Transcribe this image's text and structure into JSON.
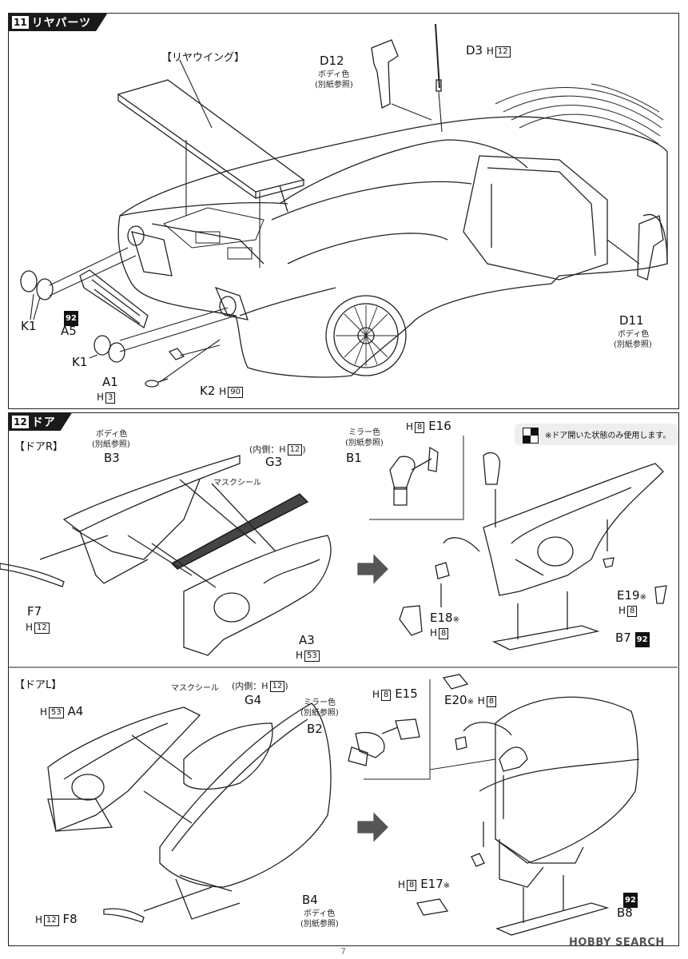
{
  "step11": {
    "number": "11",
    "title": "リヤパーツ",
    "rear_wing_label": "【リヤウイング】",
    "d12": {
      "label": "D12",
      "note1": "ボディ色",
      "note2": "(別紙参照)"
    },
    "d3": {
      "label": "D3",
      "h": "12"
    },
    "d11": {
      "label": "D11",
      "note1": "ボディ色",
      "note2": "(別紙参照)"
    },
    "k1_upper": "K1",
    "k1_lower": "K1",
    "a5": {
      "label": "A5",
      "badge": "92"
    },
    "a1": {
      "label": "A1",
      "h": "3"
    },
    "k2": {
      "label": "K2",
      "h": "90"
    }
  },
  "step12": {
    "number": "12",
    "title": "ドア",
    "note": "※ドア開いた状態のみ使用します。",
    "door_r": {
      "title": "【ドアR】",
      "b3": {
        "label": "B3",
        "note1": "ボディ色",
        "note2": "(別紙参照)"
      },
      "g3": {
        "label": "G3",
        "inner": "(内側：H",
        "inner_h": "12",
        "inner_close": ")"
      },
      "mask_seal": "マスクシール",
      "f7": {
        "label": "F7",
        "h": "12"
      },
      "a3": {
        "label": "A3",
        "h": "53"
      },
      "mirror": {
        "note1": "ミラー色",
        "note2": "(別紙参照)"
      },
      "b1": "B1",
      "e16": {
        "label": "E16",
        "h": "8"
      },
      "e18": {
        "label": "E18",
        "mark": "※",
        "h": "8"
      },
      "e19": {
        "label": "E19",
        "mark": "※",
        "h": "8"
      },
      "b7": {
        "label": "B7",
        "badge": "92"
      }
    },
    "door_l": {
      "title": "【ドアL】",
      "a4": {
        "label": "A4",
        "h": "53"
      },
      "mask_seal": "マスクシール",
      "g4": {
        "label": "G4",
        "inner": "(内側：H",
        "inner_h": "12",
        "inner_close": ")"
      },
      "mirror": {
        "note1": "ミラー色",
        "note2": "(別紙参照)"
      },
      "b2": "B2",
      "e15": {
        "label": "E15",
        "h": "8"
      },
      "e20": {
        "label": "E20",
        "mark": "※",
        "h": "8"
      },
      "e17": {
        "label": "E17",
        "mark": "※",
        "h": "8"
      },
      "f8": {
        "label": "F8",
        "h": "12"
      },
      "b4": {
        "label": "B4",
        "note1": "ボディ色",
        "note2": "(別紙参照)"
      },
      "b8": {
        "label": "B8",
        "badge": "92"
      }
    }
  },
  "page_number": "7",
  "watermark": "HOBBY SEARCH"
}
